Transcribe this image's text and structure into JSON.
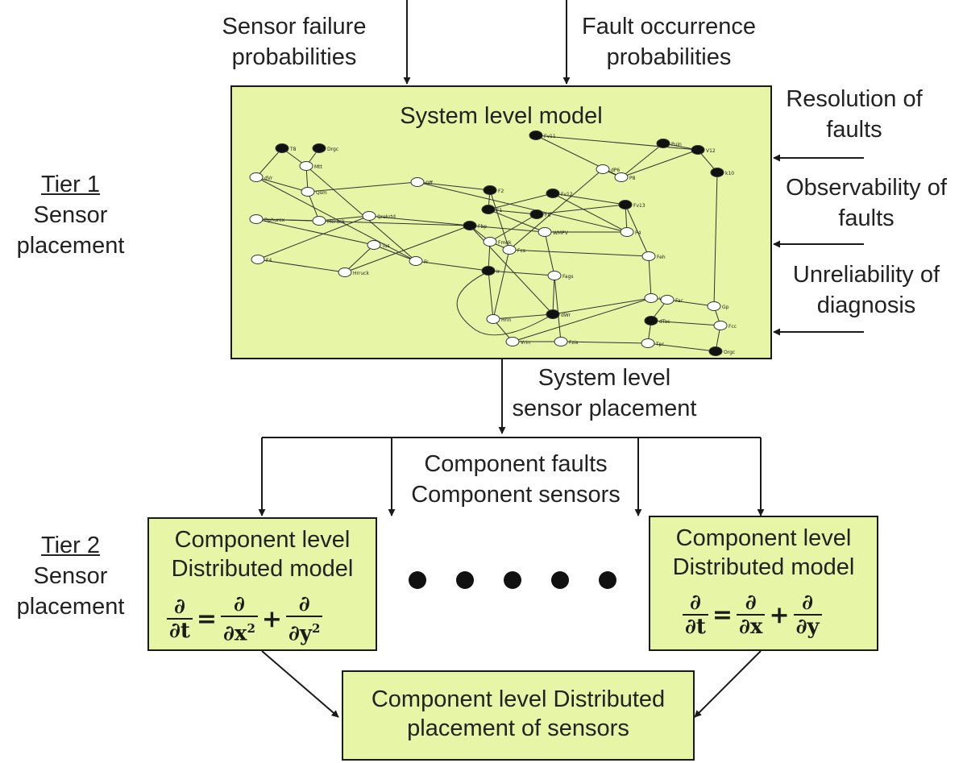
{
  "inputs": {
    "sensor_failure": [
      "Sensor failure",
      "probabilities"
    ],
    "fault_occurrence": [
      "Fault occurrence",
      "probabilities"
    ],
    "resolution": [
      "Resolution of",
      "faults"
    ],
    "observability": [
      "Observability of",
      "faults"
    ],
    "unreliability": [
      "Unreliability of",
      "diagnosis"
    ]
  },
  "tier1": {
    "title": "Tier 1",
    "line1": "Sensor",
    "line2": "placement"
  },
  "tier2": {
    "title": "Tier 2",
    "line1": "Sensor",
    "line2": "placement"
  },
  "system_model": {
    "title": "System level model"
  },
  "network_labels": [
    "T8",
    "Drgc",
    "Mtt",
    "dVr",
    "Qsm",
    "Qff",
    "Fv11",
    "dP6",
    "Puin",
    "V12",
    "k10",
    "F2",
    "F1",
    "F8",
    "Fv12",
    "P8",
    "Fv13",
    "Merack",
    "Qrekrtd",
    "Dphurcx",
    "Fbp",
    "WMPV",
    "P4",
    "Fmqk",
    "Fcs",
    "Feh",
    "Fr",
    "Tus",
    "Hrruck",
    "F4",
    "Ir",
    "Fags",
    "dWr",
    "Wr",
    "Fac",
    "dTac",
    "Fcc",
    "Gp",
    "Hrin",
    "Vrin",
    "Fzis",
    "Tpr",
    "Orgc"
  ],
  "system_output": [
    "System level",
    "sensor placement"
  ],
  "component_flow": [
    "Component faults",
    "Component sensors"
  ],
  "left_component": {
    "line1": "Component level",
    "line2": "Distributed model",
    "eq": {
      "lhs_num": "∂",
      "lhs_den": "∂t",
      "op": "=",
      "t1_num": "∂",
      "t1_den": "∂x",
      "t1_exp": "2",
      "plus": "+",
      "t2_num": "∂",
      "t2_den": "∂y",
      "t2_exp": "2"
    }
  },
  "right_component": {
    "line1": "Component level",
    "line2": "Distributed model",
    "eq": {
      "lhs_num": "∂",
      "lhs_den": "∂t",
      "op": "=",
      "t1_num": "∂",
      "t1_den": "∂x",
      "plus": "+",
      "t2_num": "∂",
      "t2_den": "∂y"
    }
  },
  "ellipsis_count": 5,
  "final_output": [
    "Component level Distributed",
    "placement of sensors"
  ]
}
